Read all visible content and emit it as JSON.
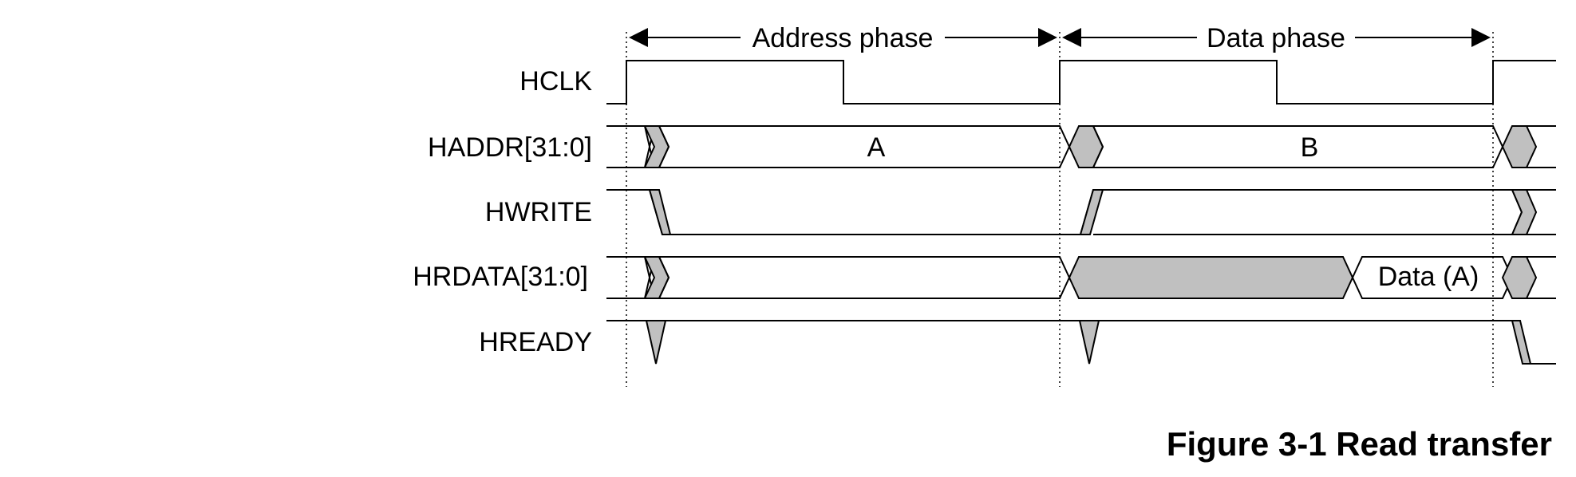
{
  "phases": {
    "address": "Address phase",
    "data": "Data phase"
  },
  "signals": {
    "hclk": "HCLK",
    "haddr": "HADDR[31:0]",
    "hwrite": "HWRITE",
    "hrdata": "HRDATA[31:0]",
    "hready": "HREADY"
  },
  "values": {
    "haddr_a": "A",
    "haddr_b": "B",
    "hrdata_a": "Data (A)"
  },
  "caption": "Figure 3-1 Read transfer",
  "colors": {
    "line": "#000000",
    "undefined_fill": "#c0c0c0"
  }
}
